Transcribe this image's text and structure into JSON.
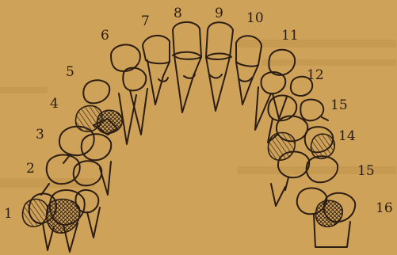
{
  "tooth_numbers": {
    "n1": "1",
    "n2": "2",
    "n3": "3",
    "n4": "4",
    "n5": "5",
    "n6": "6",
    "n7": "7",
    "n8": "8",
    "n9": "9",
    "n10": "10",
    "n11": "11",
    "n12": "12",
    "n15a": "15",
    "n14": "14",
    "n15b": "15",
    "n16": "16"
  },
  "colors": {
    "paper": "#cfa25a",
    "ink": "#2b1d12",
    "ghost_text": "#a98343"
  }
}
